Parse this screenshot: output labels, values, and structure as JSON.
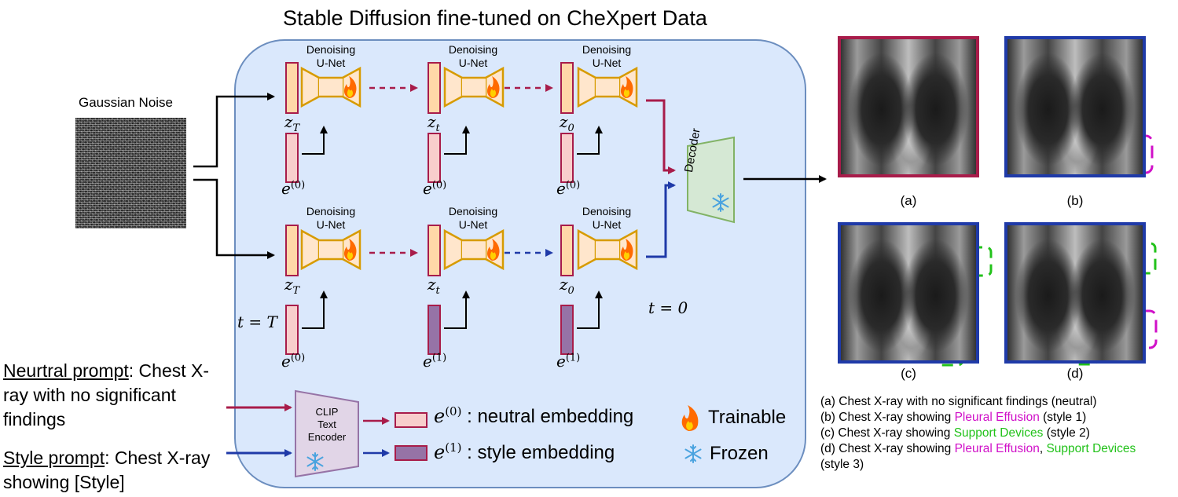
{
  "title": "Stable Diffusion fine-tuned on CheXpert Data",
  "noise_label": "Gaussian Noise",
  "unet_label_line1": "Denoising",
  "unet_label_line2": "U-Net",
  "latents": {
    "zT": "z",
    "zT_sub": "T",
    "zt": "z",
    "zt_sub": "t",
    "z0": "z",
    "z0_sub": "0"
  },
  "embeddings": {
    "e0": "e",
    "e0_sup": "(0)",
    "e1": "e",
    "e1_sup": "(1)"
  },
  "t_start": "t = T",
  "t_end": "t = 0",
  "decoder_label": "Decoder",
  "clip_label": [
    "CLIP",
    "Text",
    "Encoder"
  ],
  "legend": {
    "neutral_colon": ": neutral embedding",
    "style_colon": ": style embedding",
    "trainable": "Trainable",
    "frozen": "Frozen"
  },
  "prompts": {
    "neutral_title": "Neurtral prompt",
    "neutral_rest": ": Chest X-ray with no significant findings",
    "style_title": "Style prompt",
    "style_rest": ": Chest X-ray showing [Style]"
  },
  "captions": [
    "(a)",
    "(b)",
    "(c)",
    "(d)"
  ],
  "descriptions": {
    "a": "(a) Chest X-ray with no significant findings (neutral)",
    "b_pre": "(b) Chest X-ray showing ",
    "b_mag": "Pleural Effusion",
    "b_post": " (style 1)",
    "c_pre": "(c) Chest X-ray showing ",
    "c_grn": "Support Devices",
    "c_post": " (style 2)",
    "d_pre": "(d) Chest X-ray showing ",
    "d_mag": "Pleural Effusion",
    "d_sep": ", ",
    "d_grn": "Support Devices",
    "d_post": " (style 3)"
  },
  "colors": {
    "neutral": "#a81c4a",
    "style": "#1f3aa8",
    "panel": "#dae8fc",
    "latent": "#ffd8a8",
    "neutral_emb": "#f8cecc",
    "style_emb": "#9673a6",
    "unet": "#ffe6cc",
    "decoder": "#d5e8d4",
    "clip": "#e1d5e7",
    "pleural_effusion": "#d010c8",
    "support_devices": "#22c21a"
  }
}
